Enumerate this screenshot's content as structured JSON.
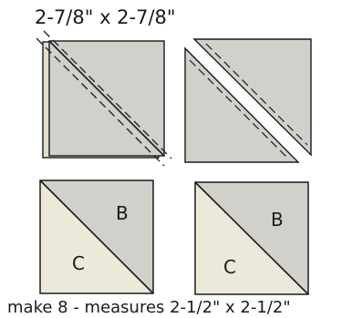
{
  "title": "2-7/8\" x 2-7/8\"",
  "caption": "make 8 - measures 2-1/2\" x 2-1/2\"",
  "labels": {
    "left_block_top": "B",
    "left_block_bottom": "C",
    "right_block_top": "B",
    "right_block_bottom": "C"
  },
  "colors": {
    "gray_fabric": "#d2d0cb",
    "cream_fabric": "#ece8da",
    "back_square": "#e3ddcc",
    "outline": "#1a1a1a"
  }
}
